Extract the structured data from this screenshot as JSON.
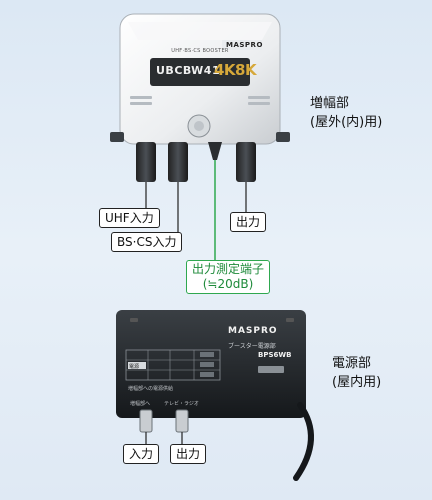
{
  "amplifier": {
    "model": "UBCBW41",
    "badge": "4K8K",
    "brand": "MASPRO",
    "top_text": "UHF·BS·CS BOOSTER",
    "section_title_line1": "増幅部",
    "section_title_line2": "(屋外(内)用)"
  },
  "labels": {
    "uhf_input": "UHF入力",
    "bscs_input": "BS·CS入力",
    "output_top": "出力",
    "test_terminal_line1": "出力測定端子",
    "test_terminal_line2": "(≒20dB)",
    "input_bottom": "入力",
    "output_bottom": "出力"
  },
  "power_supply": {
    "brand": "MASPRO",
    "subtitle": "ブースター電源部",
    "model": "BPS6WB",
    "section_title_line1": "電源部",
    "section_title_line2": "(屋内用)",
    "table_label": "電源",
    "fine_print": "増幅部への電源供給",
    "left_port_caption": "増幅部へ",
    "right_port_caption": "テレビ・ラジオ"
  },
  "colors": {
    "green_line": "#2fa84f",
    "device_white": "#eef0f2",
    "power_black": "#1f2326"
  }
}
